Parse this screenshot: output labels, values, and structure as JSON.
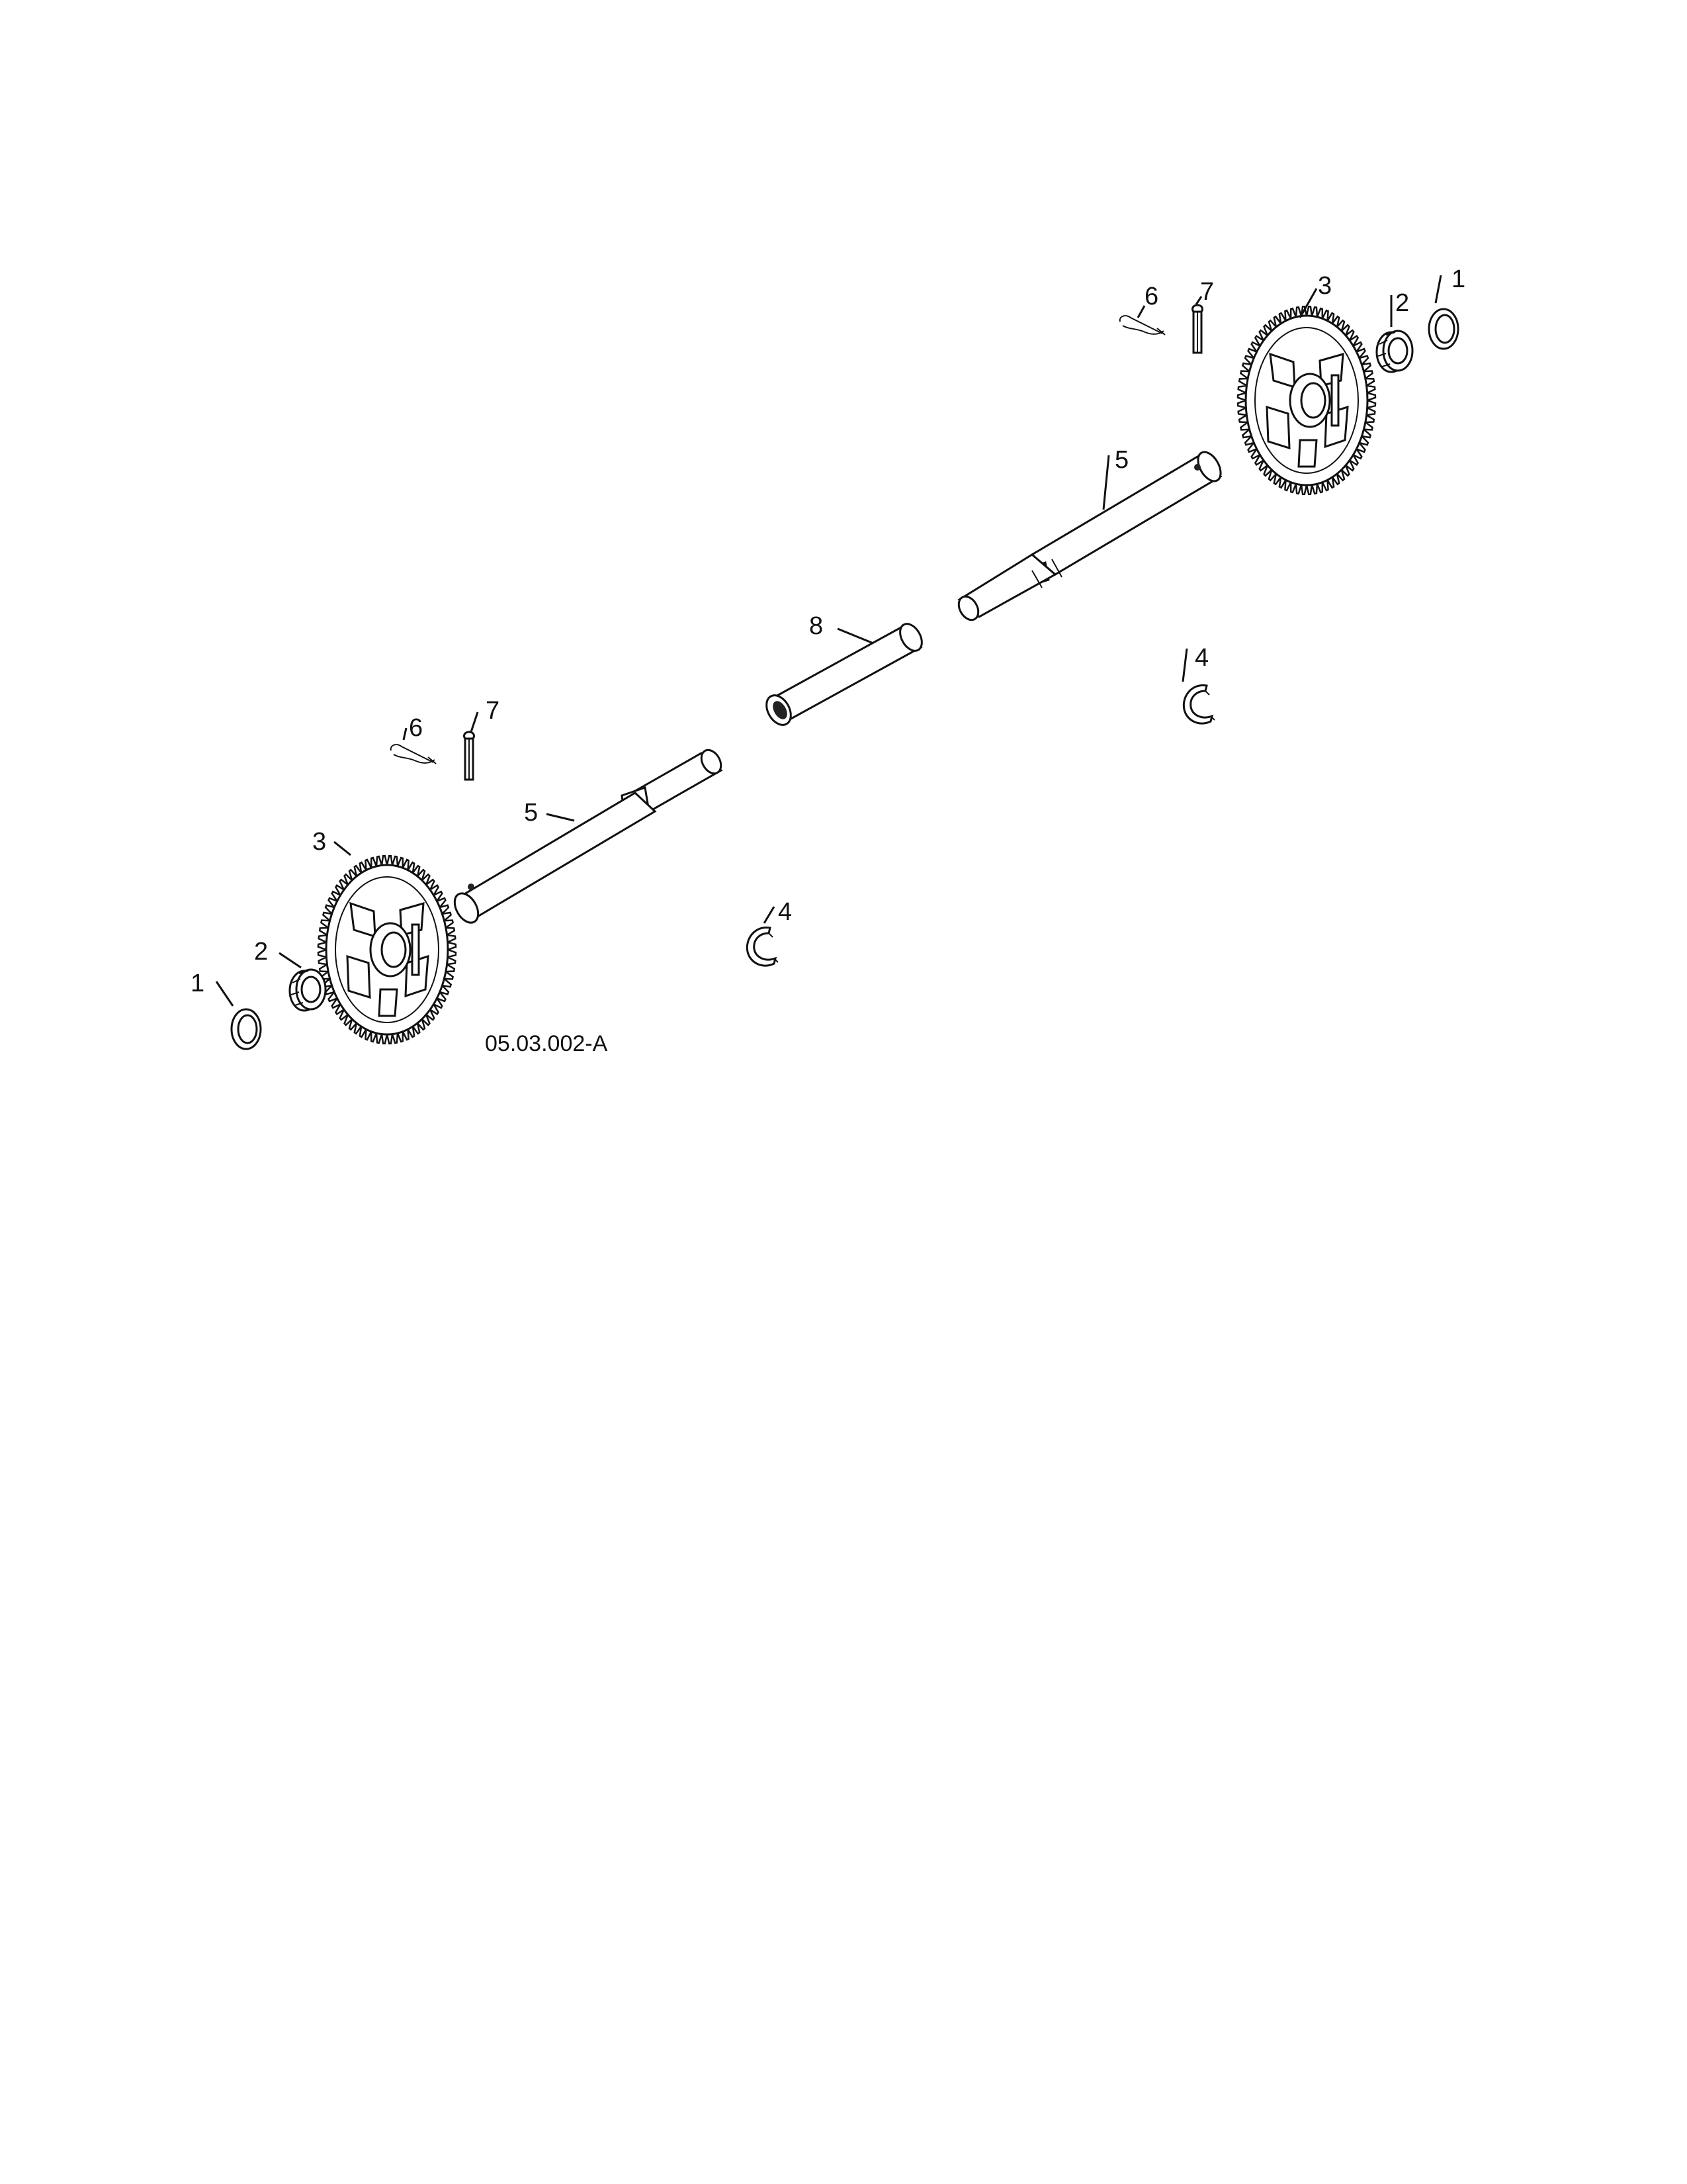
{
  "figure_id": "05.03.002-A",
  "callouts": {
    "r1": "1",
    "r2": "2",
    "r3": "3",
    "r4": "4",
    "r5": "5",
    "r6": "6",
    "r7": "7",
    "c8": "8",
    "l1": "1",
    "l2": "2",
    "l3": "3",
    "l4": "4",
    "l5": "5",
    "l6": "6",
    "l7": "7"
  },
  "parts": [
    {
      "number": "1",
      "name": "washer-icon"
    },
    {
      "number": "2",
      "name": "bushing-icon"
    },
    {
      "number": "3",
      "name": "spur-gear-icon"
    },
    {
      "number": "4",
      "name": "retaining-ring-icon"
    },
    {
      "number": "5",
      "name": "axle-shaft-icon"
    },
    {
      "number": "6",
      "name": "hairpin-cotter-icon"
    },
    {
      "number": "7",
      "name": "clevis-pin-icon"
    },
    {
      "number": "8",
      "name": "sleeve-tube-icon"
    }
  ]
}
